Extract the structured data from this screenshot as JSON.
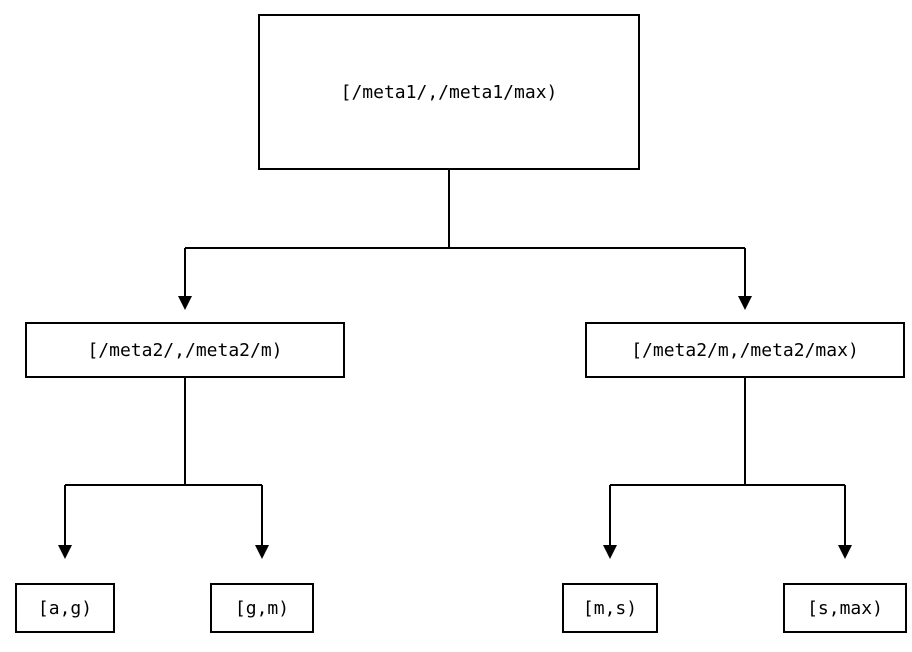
{
  "diagram": {
    "type": "tree",
    "colors": {
      "line": "#000000",
      "background": "#ffffff"
    },
    "root": {
      "label": "[/meta1/,/meta1/max)"
    },
    "children": [
      {
        "label": "[/meta2/,/meta2/m)"
      },
      {
        "label": "[/meta2/m,/meta2/max)"
      }
    ],
    "leaves": [
      {
        "label": "[a,g)"
      },
      {
        "label": "[g,m)"
      },
      {
        "label": "[m,s)"
      },
      {
        "label": "[s,max)"
      }
    ]
  }
}
